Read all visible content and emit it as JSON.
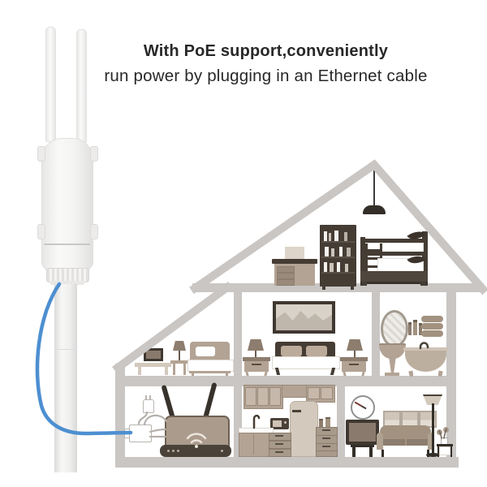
{
  "header": {
    "line1": "With PoE support,conveniently",
    "line2": "run power by plugging in an Ethernet cable"
  },
  "colors": {
    "text": "#282828",
    "structure": "#c9c6c3",
    "cable-blue": "#4d8fd1",
    "wood-dark": "#453c34",
    "wood-darker": "#332e28",
    "tan": "#b3a394",
    "tan-mid": "#a2927f",
    "tan-deep": "#8d7d6e",
    "beige": "#d3c9bc",
    "router-body": "#ab9b8c",
    "router-base": "#4a4238",
    "cable-gray": "#b4b0ab",
    "wifi-mark": "#ece5dc",
    "device-white": "#f5f5f5",
    "device-edge": "#e0dfde",
    "white": "#ffffff"
  },
  "scene": {
    "device": "outdoor-wifi-access-point-on-pole",
    "cable": "blue-ethernet-cable",
    "rooms": [
      "attic-kids-room",
      "small-bedroom",
      "master-bedroom",
      "bathroom",
      "router-room",
      "kitchen",
      "living-room"
    ],
    "objects": [
      "pendant-lamp",
      "dresser",
      "bookshelf",
      "bunk-bed",
      "tv-on-console",
      "single-bed",
      "table-lamp",
      "mountain-picture",
      "double-bed",
      "nightstand",
      "bedside-lamp",
      "oval-mirror",
      "toiletry-bottles",
      "towel-stack",
      "pedestal-sink",
      "bathtub",
      "poe-injector",
      "power-plug",
      "wifi-router",
      "kitchen-cabinets",
      "microwave",
      "refrigerator",
      "kitchen-sink",
      "wall-clock",
      "television",
      "picture-frames",
      "sofa",
      "floor-lamp",
      "plant-side-table"
    ]
  }
}
